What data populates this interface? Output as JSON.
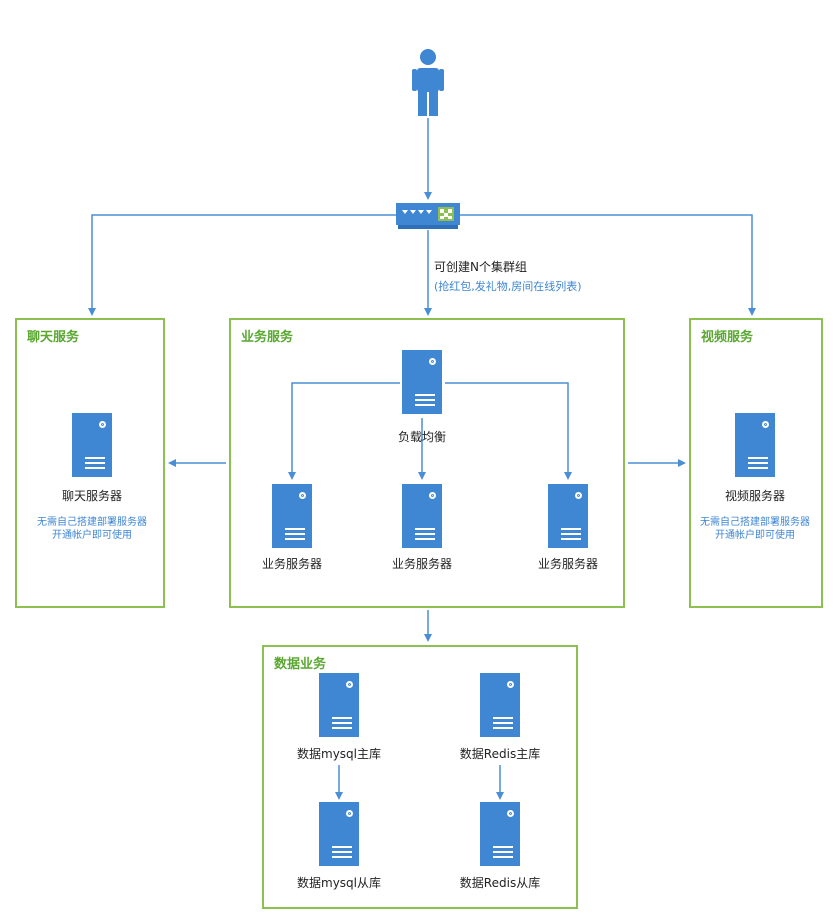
{
  "groups": {
    "chat": {
      "title": "聊天服务",
      "server_label": "聊天服务器",
      "note_line1": "无需自己搭建部署服务器",
      "note_line2": "开通帐户即可使用"
    },
    "business": {
      "title": "业务服务",
      "lb_label": "负载均衡",
      "server_labels": [
        "业务服务器",
        "业务服务器",
        "业务服务器"
      ]
    },
    "video": {
      "title": "视频服务",
      "server_label": "视频服务器",
      "note_line1": "无需自己搭建部署服务器",
      "note_line2": "开通帐户即可使用"
    },
    "data": {
      "title": "数据业务",
      "mysql_master": "数据mysql主库",
      "mysql_slave": "数据mysql从库",
      "redis_master": "数据Redis主库",
      "redis_slave": "数据Redis从库"
    }
  },
  "cluster_note": {
    "line1": "可创建N个集群组",
    "line2": "(抢红包,发礼物,房间在线列表)"
  },
  "colors": {
    "border": "#8cc152",
    "title": "#5aa832",
    "server": "#3f86d3",
    "line": "#4a8fd6",
    "switch": "#3f86d3",
    "switch_accent": "#8cc152"
  },
  "icons": {
    "user": "user-icon",
    "switch": "network-switch-icon",
    "server": "server-icon"
  }
}
